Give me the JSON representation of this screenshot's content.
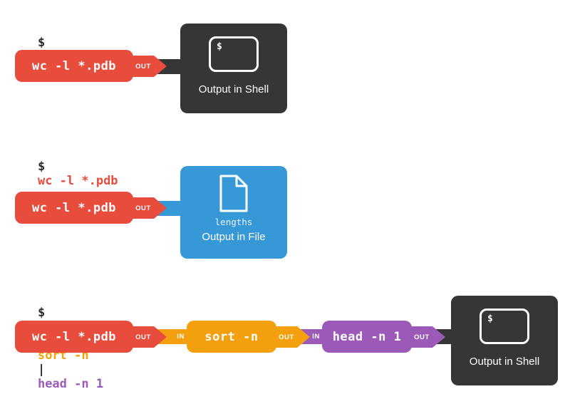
{
  "colors": {
    "red": "#e74c3c",
    "blue": "#3798d8",
    "orange": "#f4a00e",
    "purple": "#9c5ab8",
    "dark": "#363636",
    "page_bg": "#ffffff"
  },
  "ports": {
    "out": "OUT",
    "in": "IN"
  },
  "commands": {
    "wc": "wc -l *.pdb",
    "sort": "sort -n",
    "head": "head -n 1"
  },
  "terminal": {
    "prompt": "$",
    "label": "Output in Shell"
  },
  "file": {
    "name": "lengths",
    "label": "Output in File"
  },
  "prompt_lines": {
    "line1": {
      "dollar": "$",
      "cmd": "wc -l *.pdb"
    },
    "line2": {
      "dollar": "$",
      "cmd": "wc -l *.pdb",
      "redirect": ">",
      "file": "lengths"
    },
    "line3": {
      "dollar": "$",
      "cmd1": "wc -l *.pdb",
      "pipe1": "|",
      "cmd2": "sort -n",
      "pipe2": "|",
      "cmd3": "head -n 1"
    }
  }
}
